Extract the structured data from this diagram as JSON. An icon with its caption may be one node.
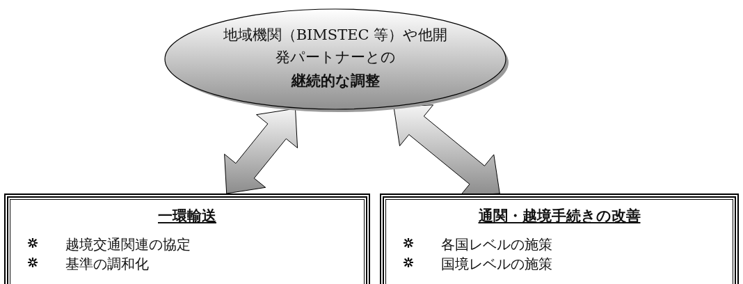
{
  "diagram": {
    "nodes": [
      {
        "text": [
          "地域機関（BIMSTEC 等）や他開発パートナーとの",
          "継続的な調整"
        ]
      },
      {
        "text": [
          "一環輸送",
          "越境交通関連の協定",
          "基準の調和化"
        ]
      },
      {
        "text": [
          "通関・越境手続きの改善",
          "各国レベルの施策",
          "国境レベルの施策"
        ]
      }
    ],
    "edges": [
      {
        "from": 0,
        "to": 1,
        "arrow": "both"
      },
      {
        "from": 0,
        "to": 2,
        "arrow": "both"
      }
    ]
  }
}
